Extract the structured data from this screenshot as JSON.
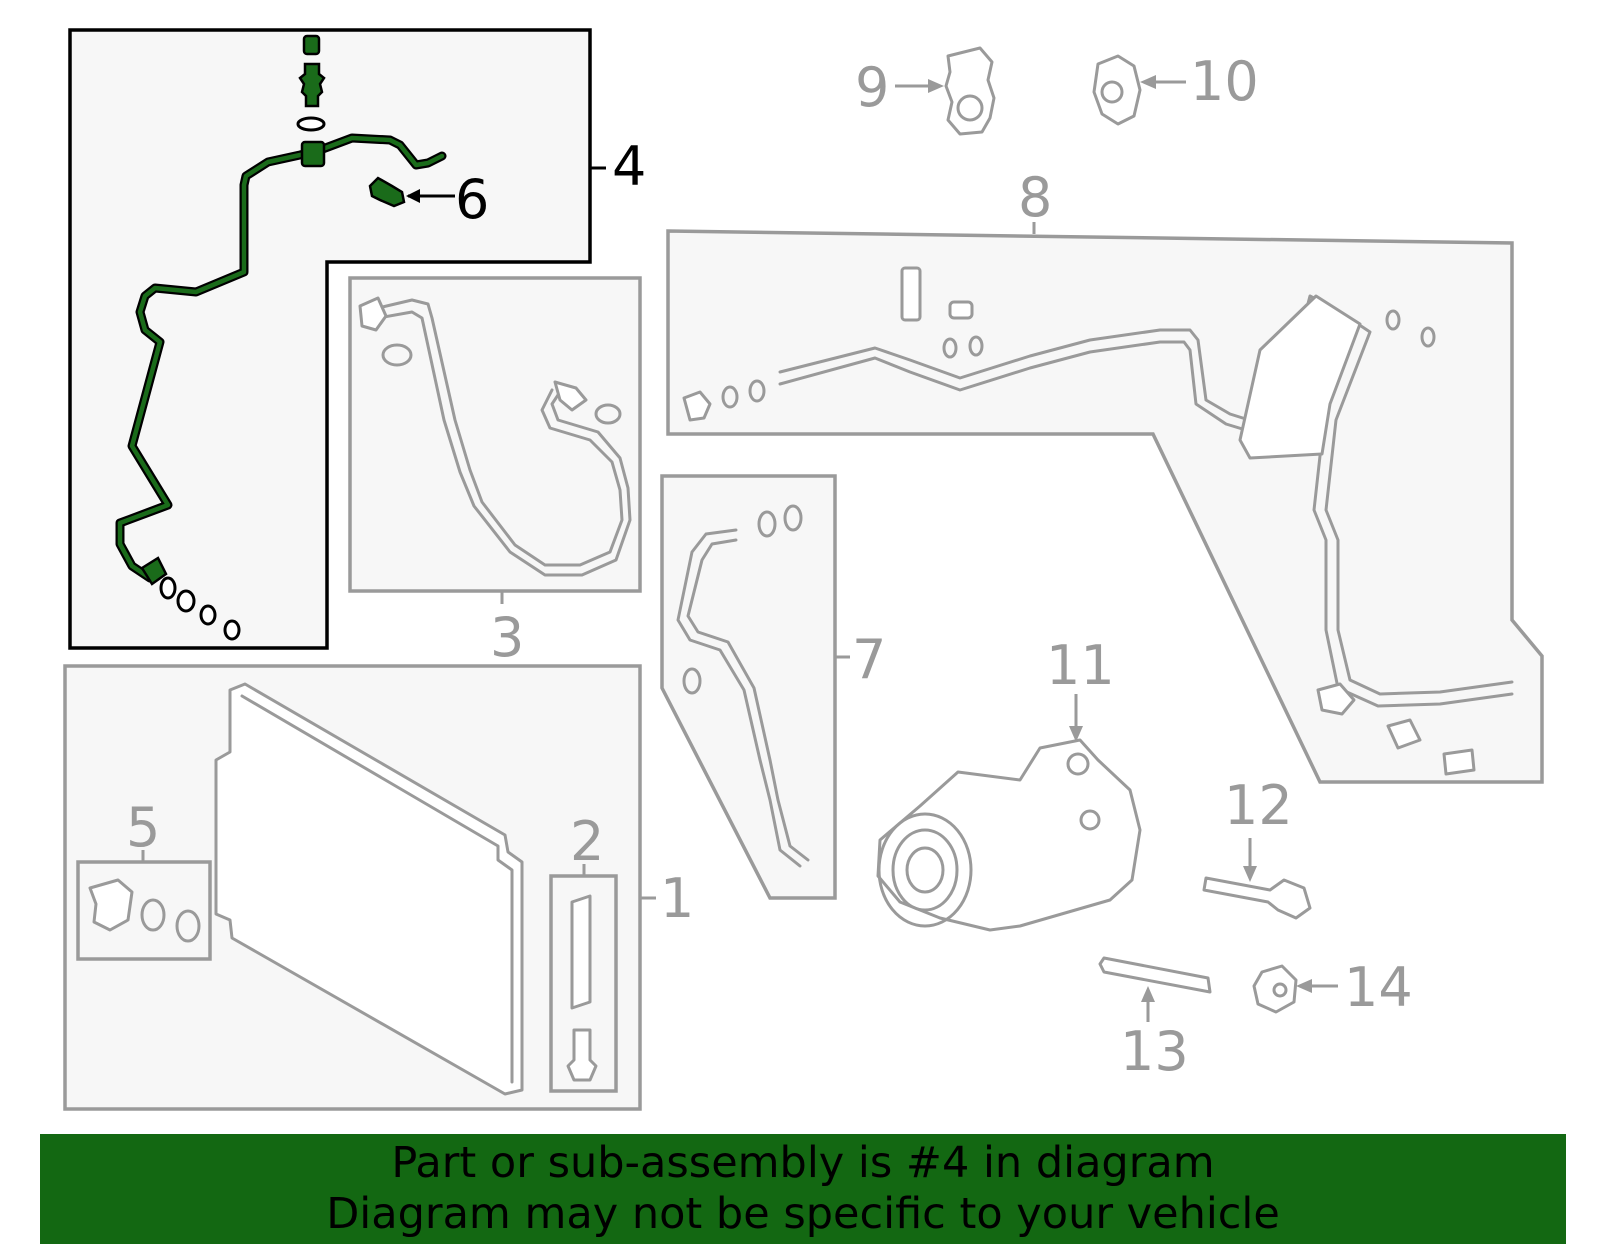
{
  "callouts": {
    "c1": "1",
    "c2": "2",
    "c3": "3",
    "c4": "4",
    "c5": "5",
    "c6": "6",
    "c7": "7",
    "c8": "8",
    "c9": "9",
    "c10": "10",
    "c11": "11",
    "c12": "12",
    "c13": "13",
    "c14": "14"
  },
  "highlighted_part": "4",
  "banner": {
    "line1": "Part or sub-assembly is #4 in diagram",
    "line2": "Diagram may not be specific to your vehicle"
  },
  "colors": {
    "highlight": "#1a6b1a",
    "banner": "#136812",
    "inactive": "#9a9a9a"
  }
}
